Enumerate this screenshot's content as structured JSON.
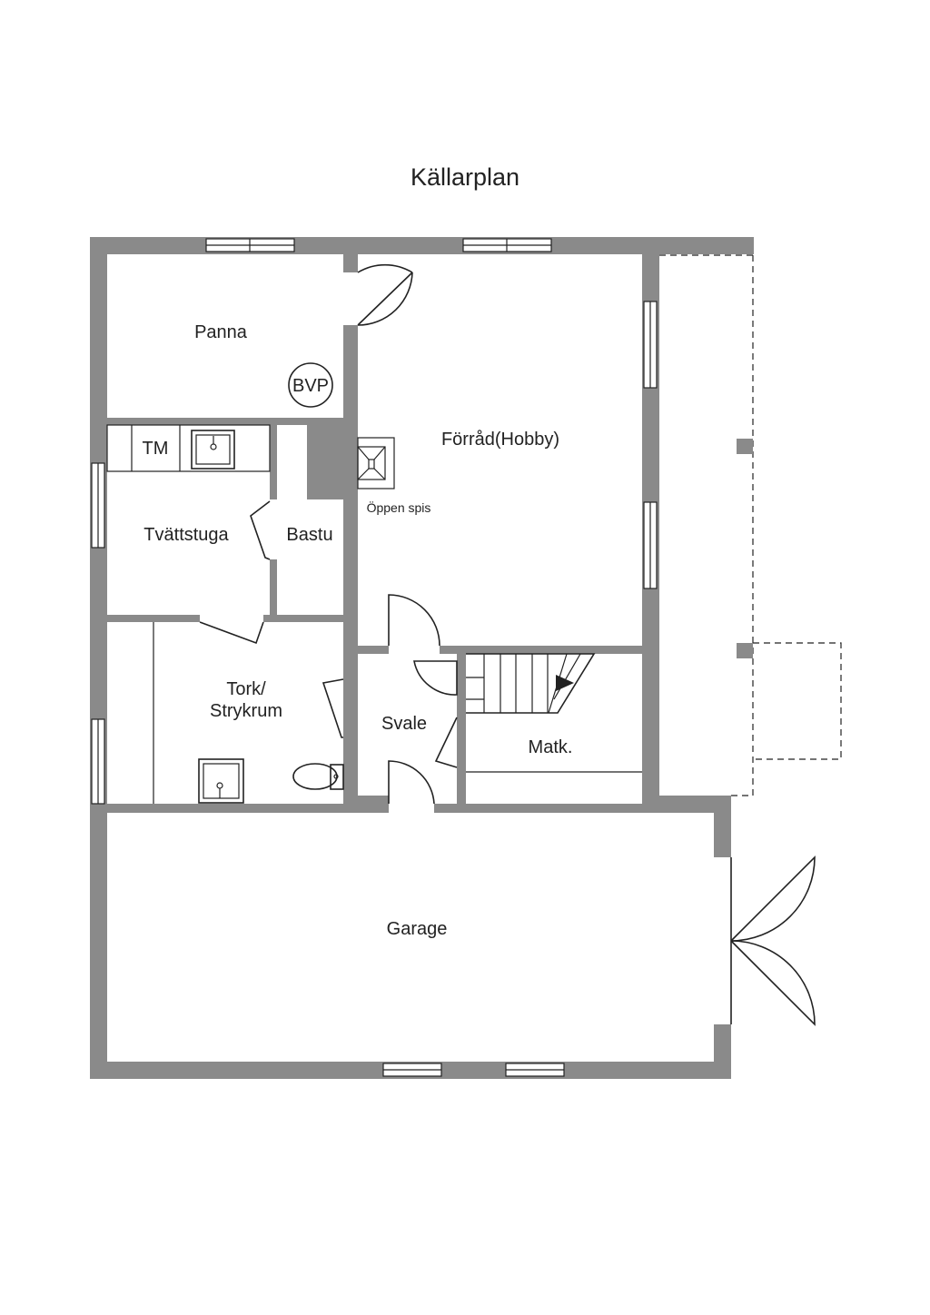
{
  "title": "Källarplan",
  "rooms": {
    "panna": "Panna",
    "bvp": "BVP",
    "forrad": "Förråd(Hobby)",
    "tm": "TM",
    "oppen_spis": "Öppen spis",
    "tvattstuga": "Tvättstuga",
    "bastu": "Bastu",
    "tork_line1": "Tork/",
    "tork_line2": "Strykrum",
    "svale": "Svale",
    "matk": "Matk.",
    "garage": "Garage"
  },
  "colors": {
    "wall": "#8a8a8a",
    "line": "#222222",
    "background": "#ffffff"
  }
}
